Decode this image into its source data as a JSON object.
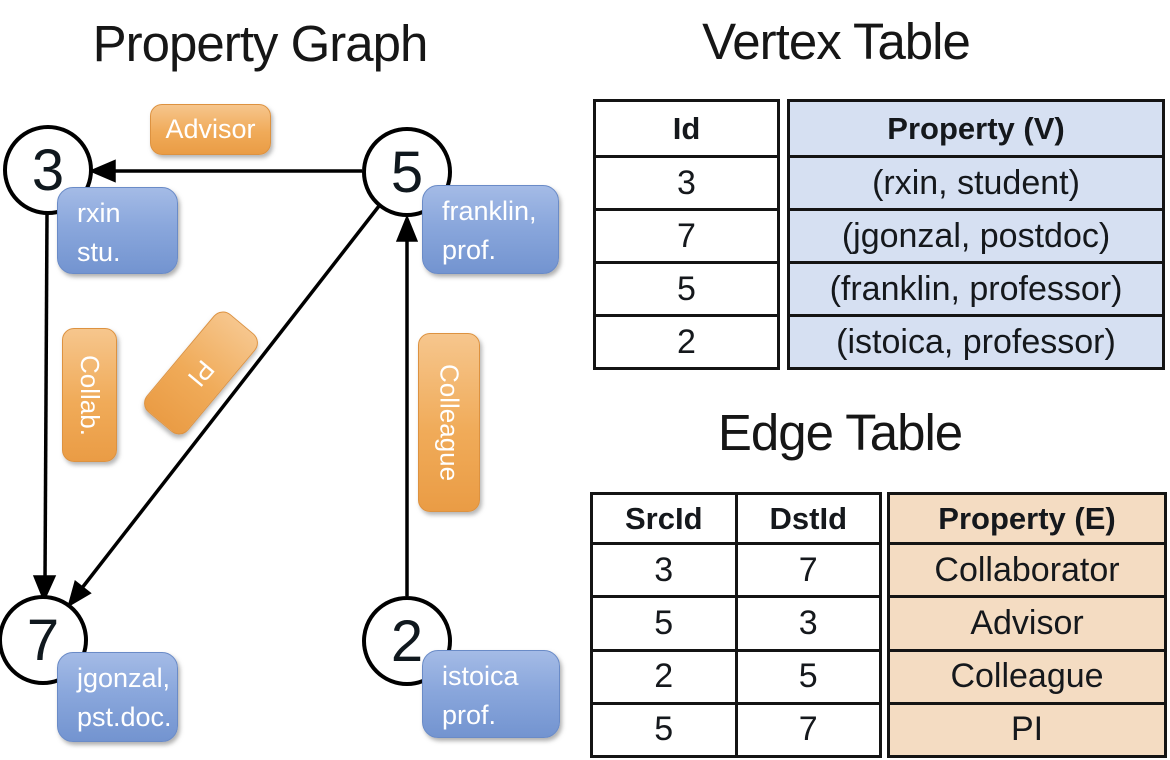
{
  "graph": {
    "title": "Property Graph",
    "node3": {
      "id": "3",
      "line1": "rxin",
      "line2": "stu."
    },
    "node5": {
      "id": "5",
      "line1": "franklin,",
      "line2": "prof."
    },
    "node7": {
      "id": "7",
      "line1": "jgonzal,",
      "line2": "pst.doc."
    },
    "node2": {
      "id": "2",
      "line1": "istoica",
      "line2": "prof."
    },
    "edge_labels": {
      "advisor": "Advisor",
      "collab": "Collab.",
      "pi": "PI",
      "colleague": "Colleague"
    }
  },
  "vertex_table": {
    "title": "Vertex Table",
    "columns": [
      "Id",
      "Property (V)"
    ],
    "rows": [
      {
        "id": "3",
        "property": "(rxin, student)"
      },
      {
        "id": "7",
        "property": "(jgonzal, postdoc)"
      },
      {
        "id": "5",
        "property": "(franklin, professor)"
      },
      {
        "id": "2",
        "property": "(istoica, professor)"
      }
    ]
  },
  "edge_table": {
    "title": "Edge Table",
    "columns": [
      "SrcId",
      "DstId",
      "Property (E)"
    ],
    "rows": [
      {
        "src": "3",
        "dst": "7",
        "property": "Collaborator"
      },
      {
        "src": "5",
        "dst": "3",
        "property": "Advisor"
      },
      {
        "src": "2",
        "dst": "5",
        "property": "Colleague"
      },
      {
        "src": "5",
        "dst": "7",
        "property": "PI"
      }
    ]
  },
  "colors": {
    "edge_label_orange": "#ea9c45",
    "vertex_box_blue": "#7b9ad4",
    "vertex_property_bg": "#d6e0f2",
    "edge_property_bg": "#f4dcc2",
    "line_black": "#000000"
  }
}
